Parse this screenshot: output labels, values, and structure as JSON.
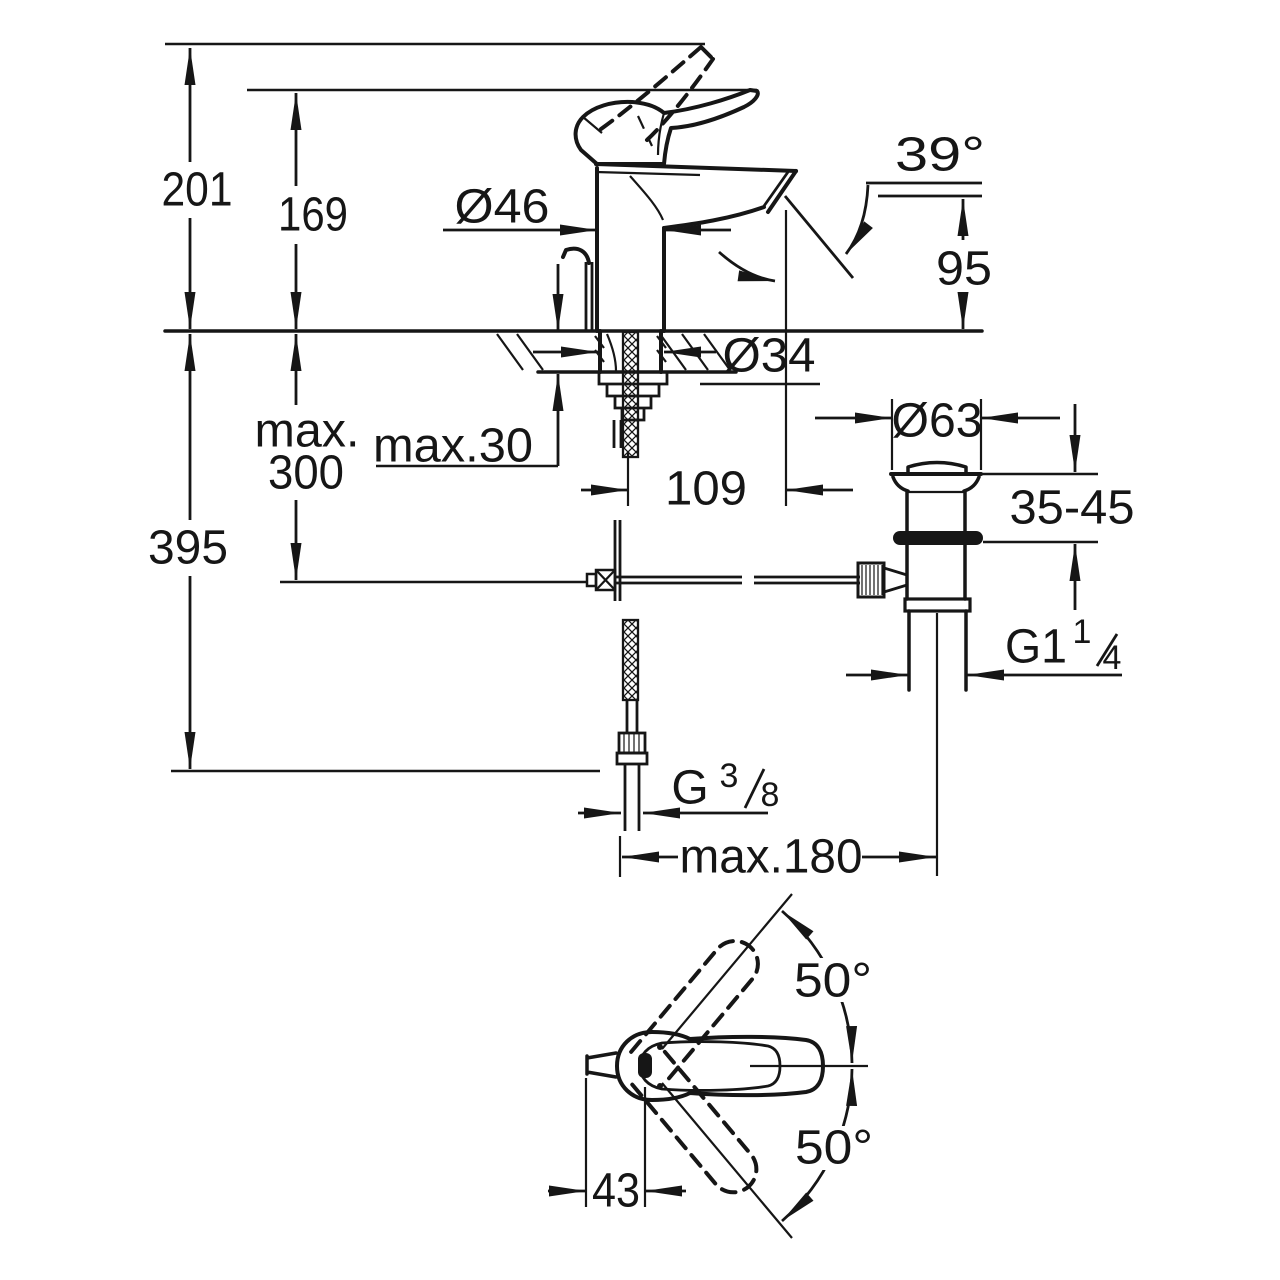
{
  "drawing": {
    "background": "#ffffff",
    "line_color": "#161616",
    "side_view": {
      "overall_height": "201",
      "height_to_spout_top": "169",
      "hose_length": "395",
      "rod_max_prefix": "max.",
      "rod_max_value": "300",
      "deck_thickness_max": "max.30",
      "body_diameter": "Ø46",
      "spout_angle": "39°",
      "spout_outlet_height": "95",
      "shank_diameter": "Ø34",
      "spout_projection": "109"
    },
    "drain_valve": {
      "flange_diameter": "Ø63",
      "mounting_range": "35-45",
      "thread_main": "G1",
      "thread_numerator": "1",
      "thread_denominator": "4"
    },
    "supply": {
      "thread_main": "G",
      "thread_numerator": "3",
      "thread_denominator": "8",
      "hose_to_drain_max": "max.180"
    },
    "top_view": {
      "swivel_up": "50°",
      "swivel_down": "50°",
      "spout_to_handle_center": "43"
    }
  }
}
